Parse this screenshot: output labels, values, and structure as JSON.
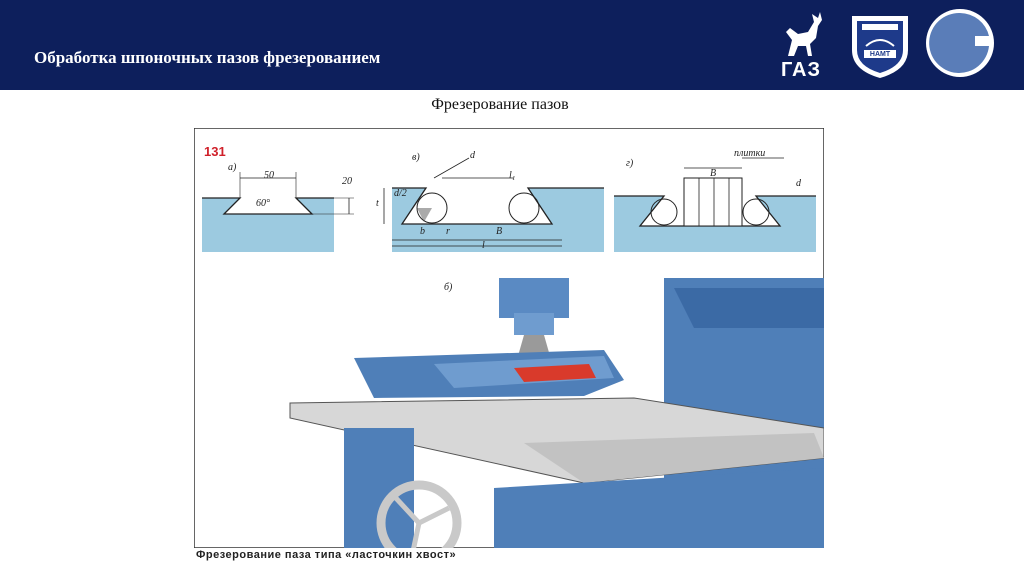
{
  "header": {
    "title": "Обработка шпоночных пазов фрезерованием",
    "background_color": "#0d1f5c",
    "logos": [
      {
        "name": "gaz-logo",
        "text": "ГАЗ"
      },
      {
        "name": "namt-logo",
        "text": "НАМТ"
      },
      {
        "name": "circle-logo",
        "text": ""
      }
    ]
  },
  "slide": {
    "subtitle": "Фрезерование пазов"
  },
  "figure": {
    "number": "131",
    "panel_labels": {
      "a": "а)",
      "v": "в)",
      "g": "г)",
      "b": "б)"
    },
    "dims_a": {
      "width": "50",
      "height": "20",
      "angle": "60°"
    },
    "dims_v": {
      "d": "d",
      "l1": "l₁",
      "t": "t",
      "half": "d/2",
      "b": "b",
      "r": "r",
      "B": "B",
      "l": "l"
    },
    "dims_g": {
      "plates": "плитки",
      "B": "B",
      "d": "d"
    },
    "caption": "Фрезерование паза типа «ласточкин хвост»",
    "colors": {
      "blue": "#9ccae0",
      "machine": "#4f7fb8",
      "table": "#d7d7d7",
      "red": "#d93a2b"
    }
  }
}
